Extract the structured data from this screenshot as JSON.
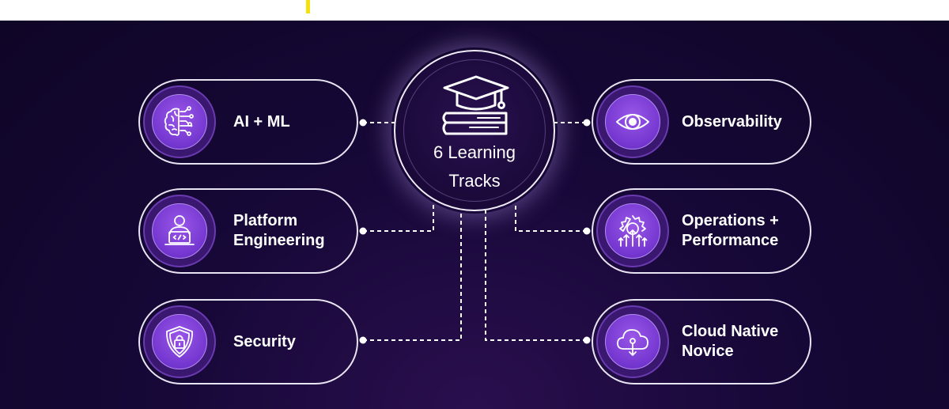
{
  "hub": {
    "title_line1": "6 Learning",
    "title_line2": "Tracks",
    "icon": "graduation-cap-books-icon"
  },
  "tracks": [
    {
      "label": "AI + ML",
      "icon": "ai-brain-icon"
    },
    {
      "label": "Platform\nEngineering",
      "icon": "developer-laptop-icon"
    },
    {
      "label": "Security",
      "icon": "shield-lock-icon"
    },
    {
      "label": "Observability",
      "icon": "eye-icon"
    },
    {
      "label": "Operations +\nPerformance",
      "icon": "gear-arrows-icon"
    },
    {
      "label": "Cloud Native\nNovice",
      "icon": "cloud-download-icon"
    }
  ],
  "colors": {
    "background": "#170838",
    "accent": "#7336cf",
    "outline": "#e9e4f2",
    "highlight": "#f5e10a"
  }
}
